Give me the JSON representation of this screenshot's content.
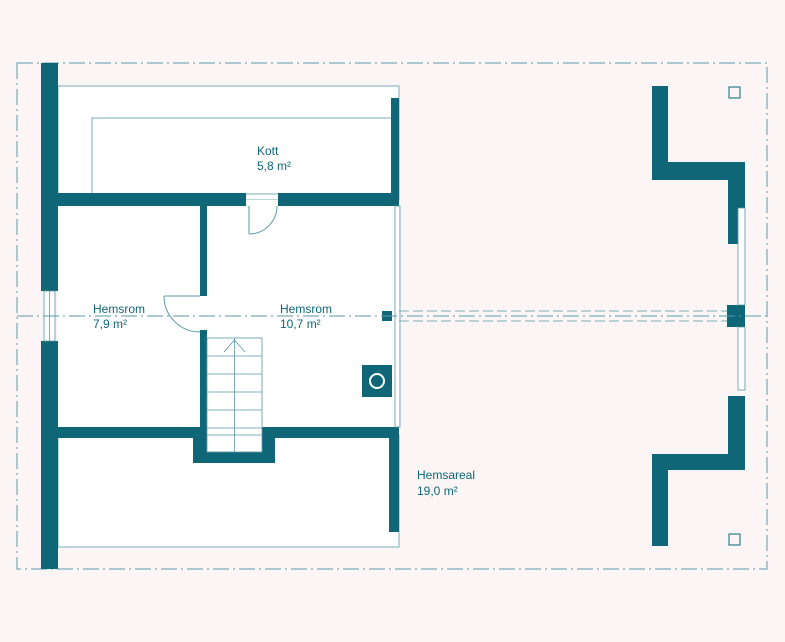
{
  "colors": {
    "background": "#fbf6f5",
    "wall": "#0e6677",
    "floor": "#ffffff",
    "label": "#0e6677",
    "line": "#5b99a6"
  },
  "rooms": [
    {
      "name": "Kott",
      "area": "5,8 m²"
    },
    {
      "name": "Hemsrom",
      "area": "7,9 m²"
    },
    {
      "name": "Hemsrom",
      "area": "10,7 m²"
    },
    {
      "name": "Hemsareal",
      "area": "19,0 m²"
    }
  ]
}
